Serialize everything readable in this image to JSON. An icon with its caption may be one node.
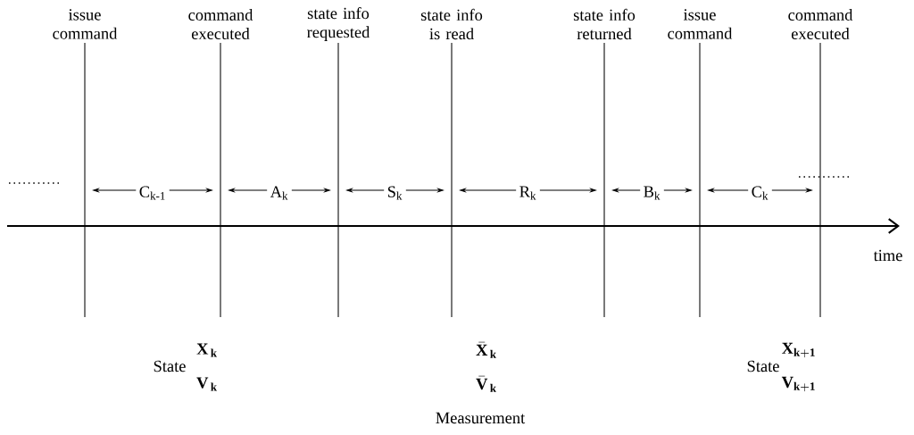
{
  "diagram": {
    "labels": [
      "issue command",
      "command executed",
      "state info requested",
      "state info is read",
      "state info returned",
      "issue command",
      "command executed",
      "C$_{k-1}$",
      "A$_{k}$",
      "S$_{k}$",
      "R$_{k}$",
      "B$_{k}$",
      "C$_{k}$",
      "time",
      "State",
      "\\mathbf{X}_{\\,\\mathbf{k}}",
      "\\mathbf{V}_{\\,\\mathbf{k}}",
      "\\bar{\\mathbf{X}}_{\\,\\mathbf{k}}",
      "\\bar{\\mathbf{V}}_{\\,\\mathbf{k}}",
      "Measurement",
      "State",
      "\\mathbf{X}_{\\mathbf{k+1}}",
      "\\mathbf{V}_{\\mathbf{k+1}}"
    ]
  }
}
